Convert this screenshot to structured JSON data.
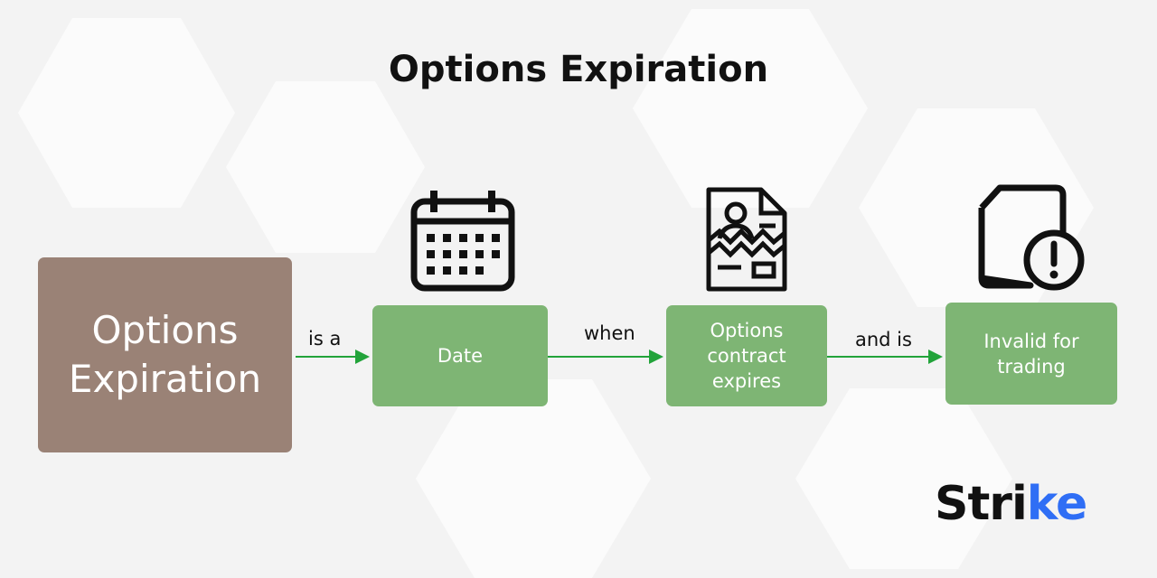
{
  "title": "Options Expiration",
  "main_box": {
    "line1": "Options",
    "line2": "Expiration"
  },
  "steps": [
    {
      "connector": "is a",
      "icon": "calendar-icon",
      "label_lines": [
        "Date"
      ]
    },
    {
      "connector": "when",
      "icon": "torn-document-icon",
      "label_lines": [
        "Options",
        "contract",
        "expires"
      ]
    },
    {
      "connector": "and is",
      "icon": "file-warning-icon",
      "label_lines": [
        "Invalid for",
        "trading"
      ]
    }
  ],
  "colors": {
    "main_box": "#9a8276",
    "step_box": "#7eb574",
    "arrow": "#22a33a",
    "logo_accent": "#2f6ef5"
  },
  "logo": {
    "prefix": "Stri",
    "accent": "ke"
  }
}
